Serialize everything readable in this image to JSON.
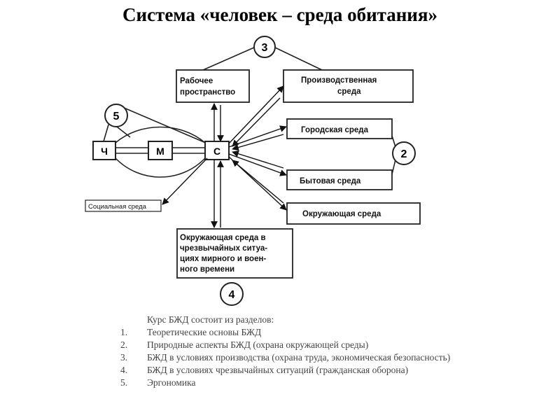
{
  "title": "Система «человек – среда обитания»",
  "diagram": {
    "nodes": {
      "work_space": [
        "Рабочее",
        "пространство"
      ],
      "production_env": [
        "Производственная",
        "среда"
      ],
      "urban_env": "Городская среда",
      "household_env": "Бытовая среда",
      "surrounding_env": "Окружающая среда",
      "emergency_env": [
        "Окружающая среда в",
        "чрезвычайных ситуа-",
        "циях мирного и воен-",
        "ного времени"
      ],
      "social_env": "Социальная среда",
      "human": "Ч",
      "machine": "М",
      "environment": "С"
    },
    "circles": {
      "c3": "3",
      "c5": "5",
      "c2": "2",
      "c4": "4"
    }
  },
  "course": {
    "intro": "Курс БЖД состоит из разделов:",
    "items": [
      {
        "num": "1.",
        "text": "Теоретические основы БЖД"
      },
      {
        "num": "2.",
        "text": "Природные аспекты БЖД (охрана окружающей  среды)"
      },
      {
        "num": "3.",
        "text": "БЖД в условиях производства (охрана труда, экономическая безопасность)"
      },
      {
        "num": "4.",
        "text": "БЖД в условиях чрезвычайных ситуаций (гражданская оборона)"
      },
      {
        "num": "5.",
        "text": "Эргономика"
      }
    ]
  }
}
